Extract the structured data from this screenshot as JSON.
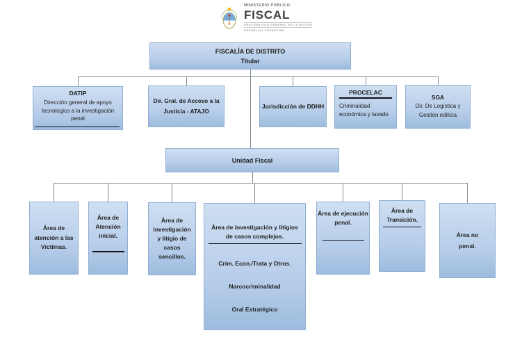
{
  "logo": {
    "ministry_line": "MINISTERIO PÚBLICO",
    "name": "FISCAL",
    "sub_line1": "PROCURACIÓN GENERAL DE LA NACIÓN",
    "sub_line2": "REPÚBLICA ARGENTINA"
  },
  "chart": {
    "root": {
      "title": "FISCALÍA DE DISTRITO",
      "subtitle": "Titular"
    },
    "branches": [
      {
        "title": "DATIP",
        "body": "Dirección general de apoyo tecnológico a la investigación penal"
      },
      {
        "title": "Dir. Gral. de Acceso a la Justicia - ATAJO"
      },
      {
        "title": "Jurisdicción de DDHH"
      },
      {
        "title": "PROCELAC",
        "body": "Criminalidad económica y lavado"
      },
      {
        "title": "SGA",
        "body": "Dir. De Logística y Gestión edilicia"
      }
    ],
    "unit": {
      "title": "Unidad Fiscal"
    },
    "areas": [
      {
        "title": "Área de atención a las Víctimas."
      },
      {
        "title": "Área de Atención inicial."
      },
      {
        "title": "Área de investigación y litigio de casos sencillos."
      },
      {
        "title": "Área de investigación y litigios de casos complejos.",
        "items": [
          "Crim. Econ./Trata y Otros.",
          "Narcocriminalidad",
          "Oral Estratégico"
        ]
      },
      {
        "title": "Área de ejecución penal."
      },
      {
        "title": "Área de Transición."
      },
      {
        "title": "Área no penal."
      }
    ]
  },
  "colors": {
    "box_fill_top": "#cfdff2",
    "box_fill_bottom": "#9dbcde",
    "box_border": "#8fadd3",
    "connector": "#7f8c8e",
    "underline": "#10101a",
    "text": "#1f1f1f",
    "logo_gray": "#6d6e71",
    "logo_dark": "#414042"
  }
}
